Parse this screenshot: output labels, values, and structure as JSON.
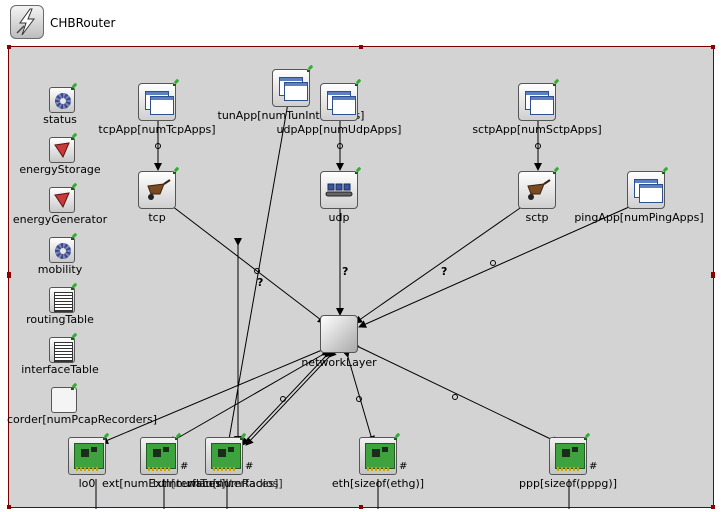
{
  "header": {
    "title": "CHBRouter",
    "icon": "lightning-icon"
  },
  "colors": {
    "canvas_bg": "#d3d3d3",
    "border": "#8b0000",
    "link": "#000000",
    "status_pin": "#2fae2f"
  },
  "modules": {
    "status": "status",
    "energyStorage": "energyStorage",
    "energyGenerator": "energyGenerator",
    "mobility": "mobility",
    "routingTable": "routingTable",
    "interfaceTable": "interfaceTable",
    "pcapRecorder": "corder[numPcapRecorders]",
    "tcpApp": "tcpApp[numTcpApps]",
    "tunApp": "tunApp[numTunInterfaces]",
    "udpApp": "udpApp[numUdpApps]",
    "sctpApp": "sctpApp[numSctpApps]",
    "tcp": "tcp",
    "udp": "udp",
    "sctp": "sctp",
    "pingApp": "pingApp[numPingApps]",
    "networkLayer": "networkLayer",
    "lo0": "lo0",
    "ext": "ext[numExtInterfaces]",
    "tun": "tun[numTunInterfaces]",
    "wlan": "wlan[numRadios]",
    "eth": "eth[sizeof(ethg)]",
    "ppp": "ppp[sizeof(pppg)]"
  },
  "gate_markers": {
    "question": "?",
    "hash": "#"
  }
}
